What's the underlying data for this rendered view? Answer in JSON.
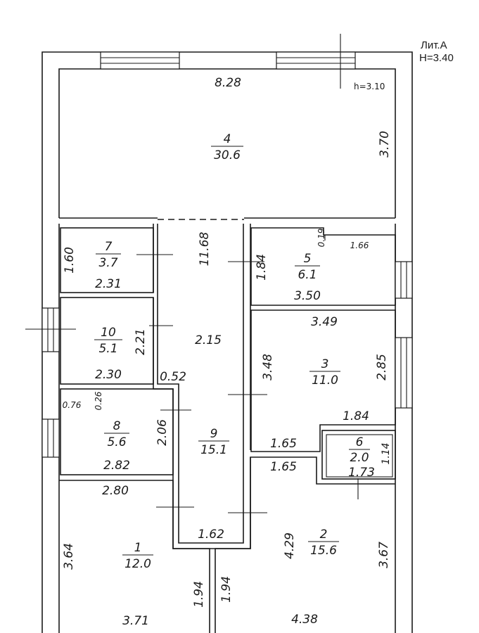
{
  "header": {
    "liter": "Лит.А",
    "height": "H=3.40",
    "room_height": "h=3.10"
  },
  "rooms": [
    {
      "id": "room-4",
      "number": "4",
      "area": "30.6"
    },
    {
      "id": "room-7",
      "number": "7",
      "area": "3.7"
    },
    {
      "id": "room-5",
      "number": "5",
      "area": "6.1"
    },
    {
      "id": "room-10",
      "number": "10",
      "area": "5.1"
    },
    {
      "id": "room-3",
      "number": "3",
      "area": "11.0"
    },
    {
      "id": "room-8",
      "number": "8",
      "area": "5.6"
    },
    {
      "id": "room-9",
      "number": "9",
      "area": "15.1"
    },
    {
      "id": "room-6",
      "number": "6",
      "area": "2.0"
    },
    {
      "id": "room-1",
      "number": "1",
      "area": "12.0"
    },
    {
      "id": "room-2",
      "number": "2",
      "area": "15.6"
    }
  ],
  "dimensions": {
    "d_8_28": "8.28",
    "d_3_70": "3.70",
    "d_11_68": "11.68",
    "d_1_60": "1.60",
    "d_2_31": "2.31",
    "d_0_19": "0.19",
    "d_1_66": "1.66",
    "d_1_84a": "1.84",
    "d_3_50": "3.50",
    "d_3_49": "3.49",
    "d_2_21": "2.21",
    "d_2_15": "2.15",
    "d_2_30": "2.30",
    "d_0_52": "0.52",
    "d_3_48": "3.48",
    "d_2_85": "2.85",
    "d_0_26": "0.26",
    "d_0_76": "0.76",
    "d_2_06": "2.06",
    "d_1_84b": "1.84",
    "d_1_65a": "1.65",
    "d_1_14": "1.14",
    "d_2_82": "2.82",
    "d_1_65b": "1.65",
    "d_1_73": "1.73",
    "d_2_80": "2.80",
    "d_1_62": "1.62",
    "d_3_64": "3.64",
    "d_4_29": "4.29",
    "d_3_67": "3.67",
    "d_1_94a": "1.94",
    "d_1_94b": "1.94",
    "d_3_71": "3.71",
    "d_4_38": "4.38"
  }
}
